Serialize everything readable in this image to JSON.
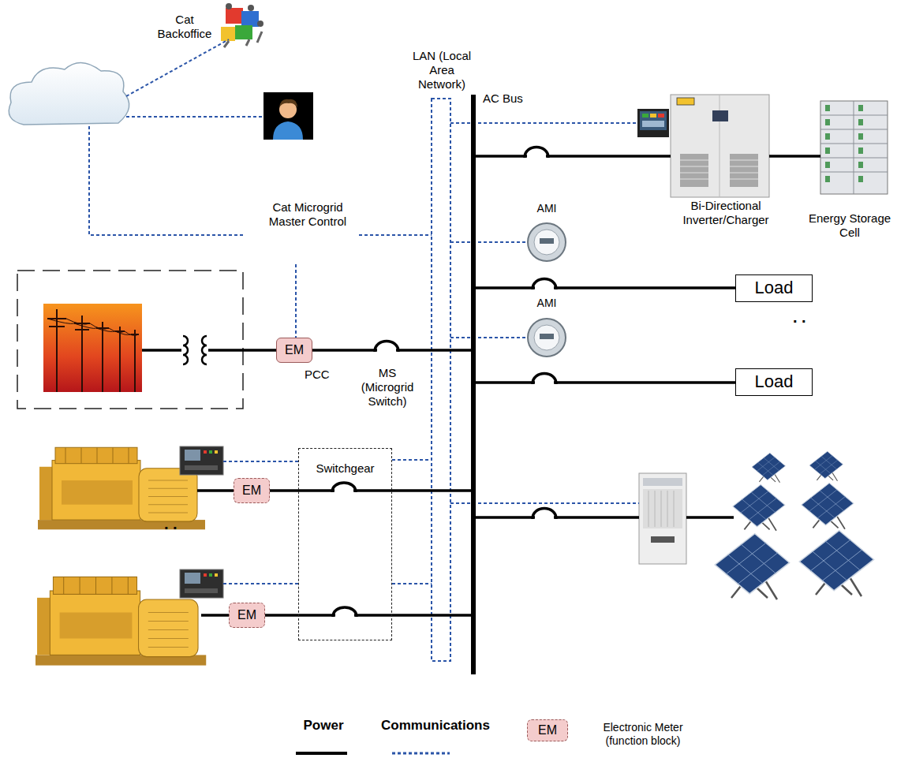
{
  "diagram": {
    "nodes": [
      {
        "text": [
          "Load"
        ]
      },
      {
        "text": [
          "EM"
        ]
      },
      {
        "text": [
          "Load"
        ]
      },
      {
        "text": [
          "Switchgear"
        ]
      },
      {
        "text": [
          "EM"
        ]
      },
      {
        "text": [
          "EM"
        ]
      }
    ],
    "edges": [
      {
        "from": 4,
        "to": 3,
        "arrow": "none"
      },
      {
        "from": 5,
        "to": 3,
        "arrow": "none"
      }
    ],
    "labels": [
      "Cat Backoffice",
      "LAN (Local Area Network)",
      "AC Bus",
      "Cat Microgrid Master Control",
      "Bi-Directional Inverter/Charger",
      "Energy Storage Cell",
      "AMI",
      "AMI",
      ". .",
      "PCC",
      "MS (Microgrid Switch)",
      ". .",
      "EM"
    ],
    "legend": [
      {
        "text": "Power"
      },
      {
        "text": "Communications"
      },
      {
        "text": "Electronic Meter (function block)"
      }
    ]
  }
}
